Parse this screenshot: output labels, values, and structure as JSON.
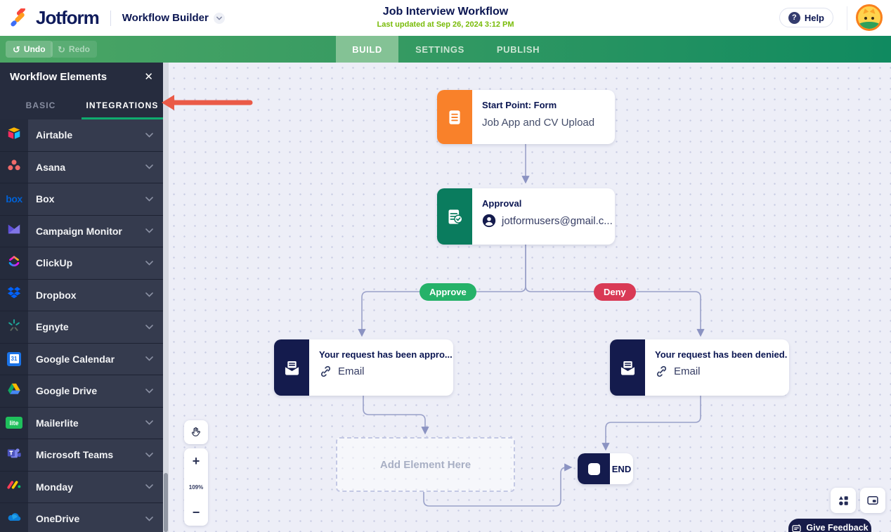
{
  "header": {
    "logo": "Jotform",
    "product_switcher": "Workflow Builder",
    "title": "Job Interview Workflow",
    "subtitle": "Last updated at Sep 26, 2024 3:12 PM",
    "help": "Help"
  },
  "toolbar": {
    "undo": "Undo",
    "redo": "Redo",
    "tabs": [
      {
        "label": "BUILD",
        "active": true
      },
      {
        "label": "SETTINGS",
        "active": false
      },
      {
        "label": "PUBLISH",
        "active": false
      }
    ]
  },
  "sidebar": {
    "title": "Workflow Elements",
    "tabs": [
      {
        "label": "BASIC",
        "active": false
      },
      {
        "label": "INTEGRATIONS",
        "active": true
      }
    ],
    "items": [
      {
        "label": "Airtable",
        "icon": "airtable-icon"
      },
      {
        "label": "Asana",
        "icon": "asana-icon"
      },
      {
        "label": "Box",
        "icon": "box-icon",
        "icon_text": "box"
      },
      {
        "label": "Campaign Monitor",
        "icon": "campaign-monitor-icon"
      },
      {
        "label": "ClickUp",
        "icon": "clickup-icon"
      },
      {
        "label": "Dropbox",
        "icon": "dropbox-icon"
      },
      {
        "label": "Egnyte",
        "icon": "egnyte-icon"
      },
      {
        "label": "Google Calendar",
        "icon": "google-calendar-icon",
        "icon_text": "31"
      },
      {
        "label": "Google Drive",
        "icon": "google-drive-icon"
      },
      {
        "label": "Mailerlite",
        "icon": "mailerlite-icon",
        "icon_text": "lite"
      },
      {
        "label": "Microsoft Teams",
        "icon": "microsoft-teams-icon"
      },
      {
        "label": "Monday",
        "icon": "monday-icon"
      },
      {
        "label": "OneDrive",
        "icon": "onedrive-icon"
      }
    ]
  },
  "canvas": {
    "zoom_percent": "109%",
    "branch_labels": {
      "approve": "Approve",
      "deny": "Deny"
    },
    "nodes": {
      "start": {
        "title": "Start Point: Form",
        "subtitle": "Job App and CV Upload"
      },
      "approval": {
        "title": "Approval",
        "assignee": "jotformusers@gmail.c..."
      },
      "email_approved": {
        "title": "Your request has been appro...",
        "channel": "Email"
      },
      "email_denied": {
        "title": "Your request has been denied.",
        "channel": "Email"
      },
      "placeholder": {
        "label": "Add Element Here"
      },
      "end": {
        "label": "END"
      }
    }
  },
  "footer": {
    "feedback": "Give Feedback"
  },
  "colors": {
    "accent_green": "#0fab6e",
    "toolbar_green_start": "#4ca665",
    "toolbar_green_end": "#108a60",
    "approve_badge": "#25b269",
    "deny_badge": "#d93a55",
    "node_orange": "#f9812a",
    "node_green": "#0a7c5e",
    "node_navy": "#141b4d",
    "canvas_bg": "#edeef7",
    "sidebar_bg": "#262c3e",
    "title_navy": "#0a1551",
    "updated_green": "#78bb07",
    "annotation_red": "#ea5a47"
  }
}
